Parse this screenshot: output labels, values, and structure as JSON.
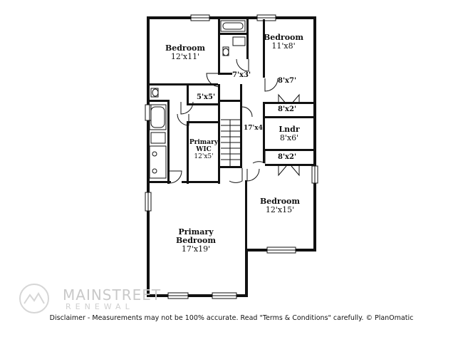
{
  "rooms": {
    "bedroom_nw": {
      "name": "Bedroom",
      "size": "12'x11'"
    },
    "bedroom_ne": {
      "name": "Bedroom",
      "size": "11'x8'"
    },
    "bedroom_se": {
      "name": "Bedroom",
      "size": "12'x15'"
    },
    "primary_bedroom": {
      "line1": "Primary",
      "line2": "Bedroom",
      "size": "17'x19'"
    },
    "primary_wic": {
      "line1": "Primary",
      "line2": "WIC",
      "size": "12'x5'"
    },
    "laundry": {
      "name": "Lndr",
      "size": "8'x6'"
    }
  },
  "dimensions": {
    "bath_hall": "7'x3'",
    "closet_ne": "8'x7'",
    "linen": "5'x5'",
    "closet_8x2_top": "8'x2'",
    "hallway": "17'x4'",
    "closet_8x2_bottom": "8'x2'"
  },
  "watermark": {
    "text": "MAINSTREET",
    "subtext": "RENEWAL"
  },
  "disclaimer": "Disclaimer - Measurements may not be 100% accurate. Read \"Terms & Conditions\" carefully. © PlanOmatic"
}
